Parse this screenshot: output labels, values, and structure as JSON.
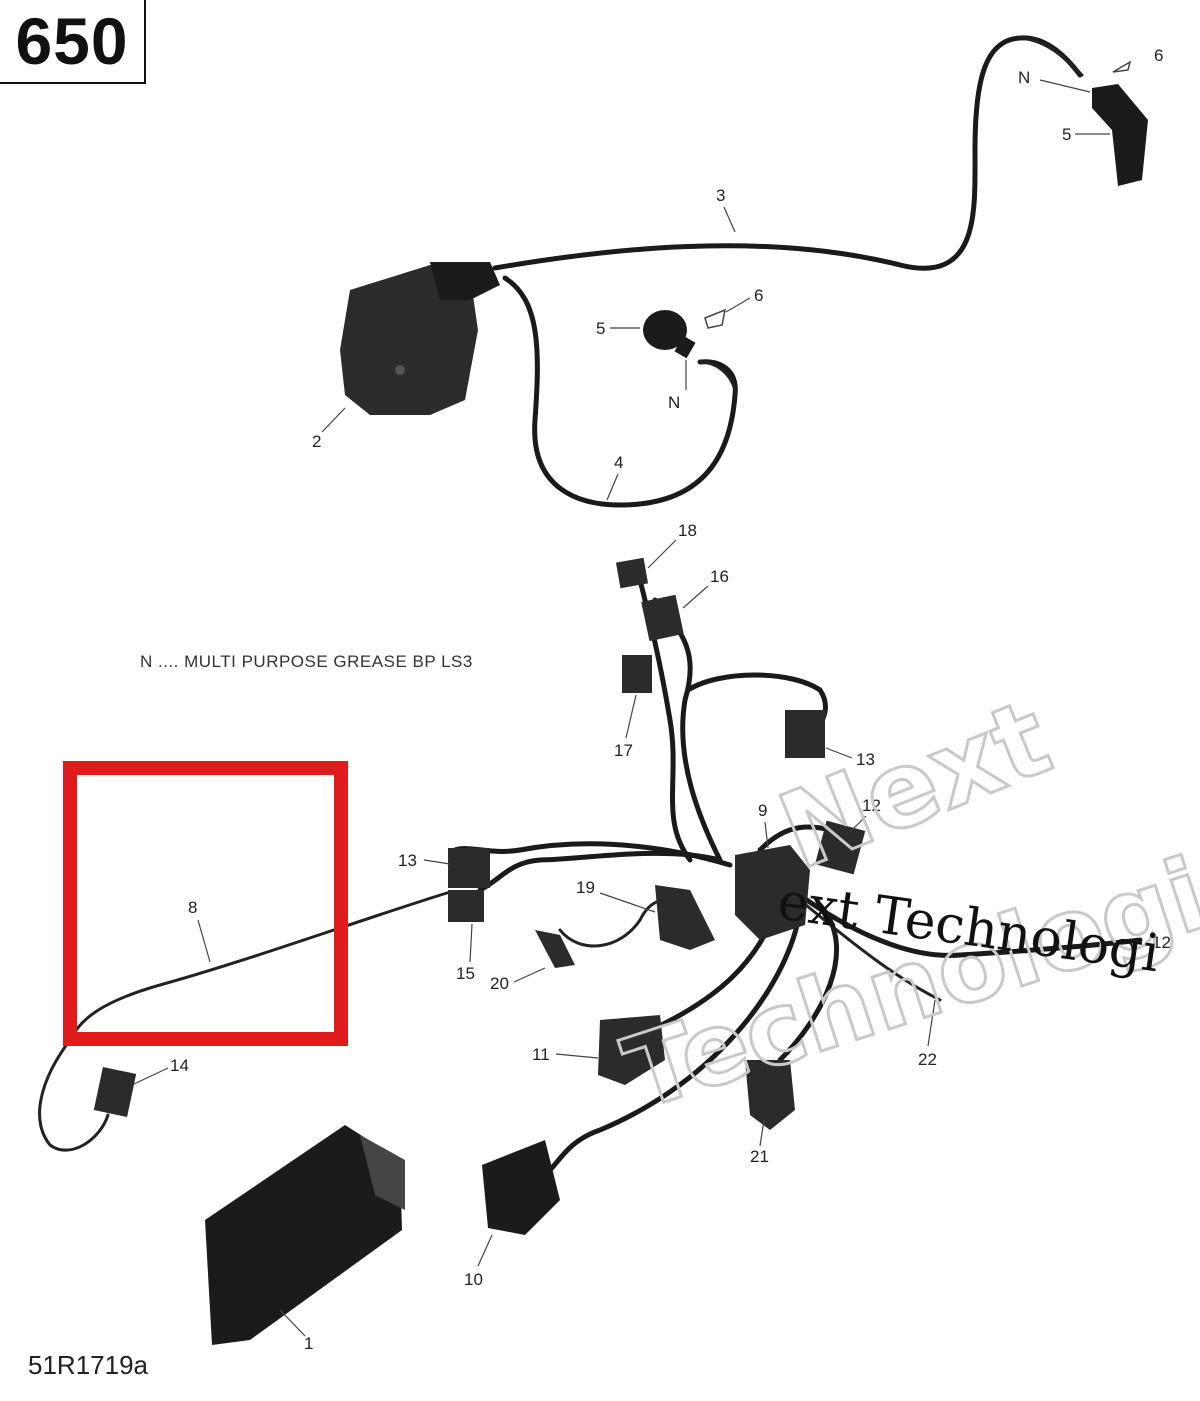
{
  "model_label": "650",
  "legend_note": "N .... MULTI PURPOSE GREASE BP LS3",
  "figure_reference": "51R1719a",
  "watermark": {
    "line1": "Next",
    "line2": "Technologi",
    "line3": "ext Technologi"
  },
  "callouts": {
    "c1": "1",
    "c2": "2",
    "c3": "3",
    "c4": "4",
    "c5a": "5",
    "c5b": "5",
    "c6a": "6",
    "c6b": "6",
    "n1": "N",
    "n2": "N",
    "c8": "8",
    "c9": "9",
    "c10": "10",
    "c11": "11",
    "c12a": "12",
    "c12b": "12",
    "c13a": "13",
    "c13b": "13",
    "c14": "14",
    "c15": "15",
    "c16": "16",
    "c17": "17",
    "c18": "18",
    "c19": "19",
    "c20": "20",
    "c21": "21",
    "c22": "22"
  },
  "highlight_color": "#e01b1b"
}
